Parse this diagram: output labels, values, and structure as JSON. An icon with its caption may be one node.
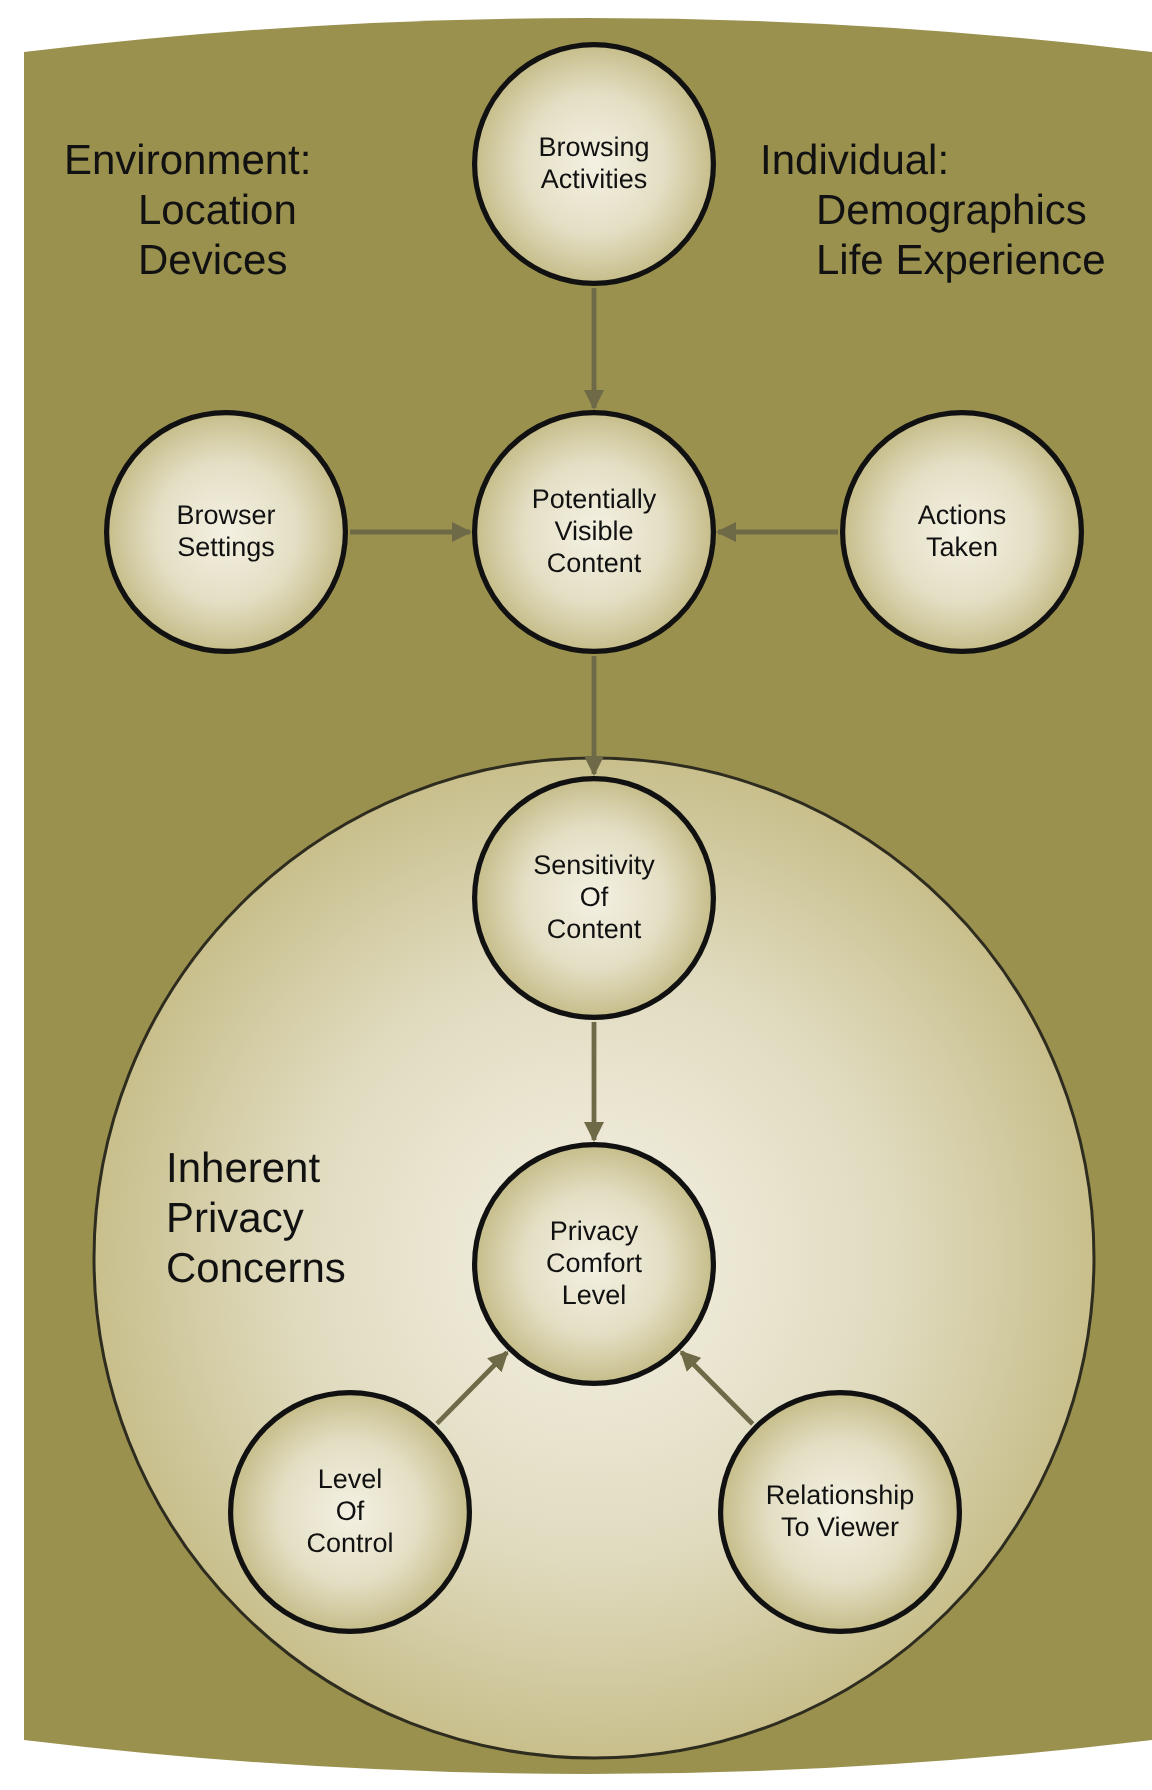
{
  "diagram": {
    "nodes": [
      {
        "text": [
          "Environment: Location Devices",
          "Individual: Demographics Life Experience"
        ]
      },
      {
        "text": [
          "Browsing Activities"
        ],
        "in": 0
      },
      {
        "text": [
          "Browser Settings"
        ],
        "in": 0
      },
      {
        "text": [
          "Potentially Visible Content"
        ],
        "in": 0
      },
      {
        "text": [
          "Actions Taken"
        ],
        "in": 0
      },
      {
        "text": [
          "Inherent Privacy Concerns"
        ],
        "in": 0
      },
      {
        "text": [
          "Sensitivity Of Content"
        ],
        "in": 5
      },
      {
        "text": [
          "Privacy Comfort Level"
        ],
        "in": 5
      },
      {
        "text": [
          "Level Of Control"
        ],
        "in": 5
      },
      {
        "text": [
          "Relationship To Viewer"
        ],
        "in": 5
      }
    ],
    "edges": [
      {
        "from": 1,
        "to": 3,
        "arrow": "to"
      },
      {
        "from": 2,
        "to": 3,
        "arrow": "to"
      },
      {
        "from": 4,
        "to": 3,
        "arrow": "to"
      },
      {
        "from": 3,
        "to": 6,
        "arrow": "to"
      },
      {
        "from": 6,
        "to": 7,
        "arrow": "to"
      },
      {
        "from": 8,
        "to": 7,
        "arrow": "to"
      },
      {
        "from": 9,
        "to": 7,
        "arrow": "to"
      }
    ]
  }
}
